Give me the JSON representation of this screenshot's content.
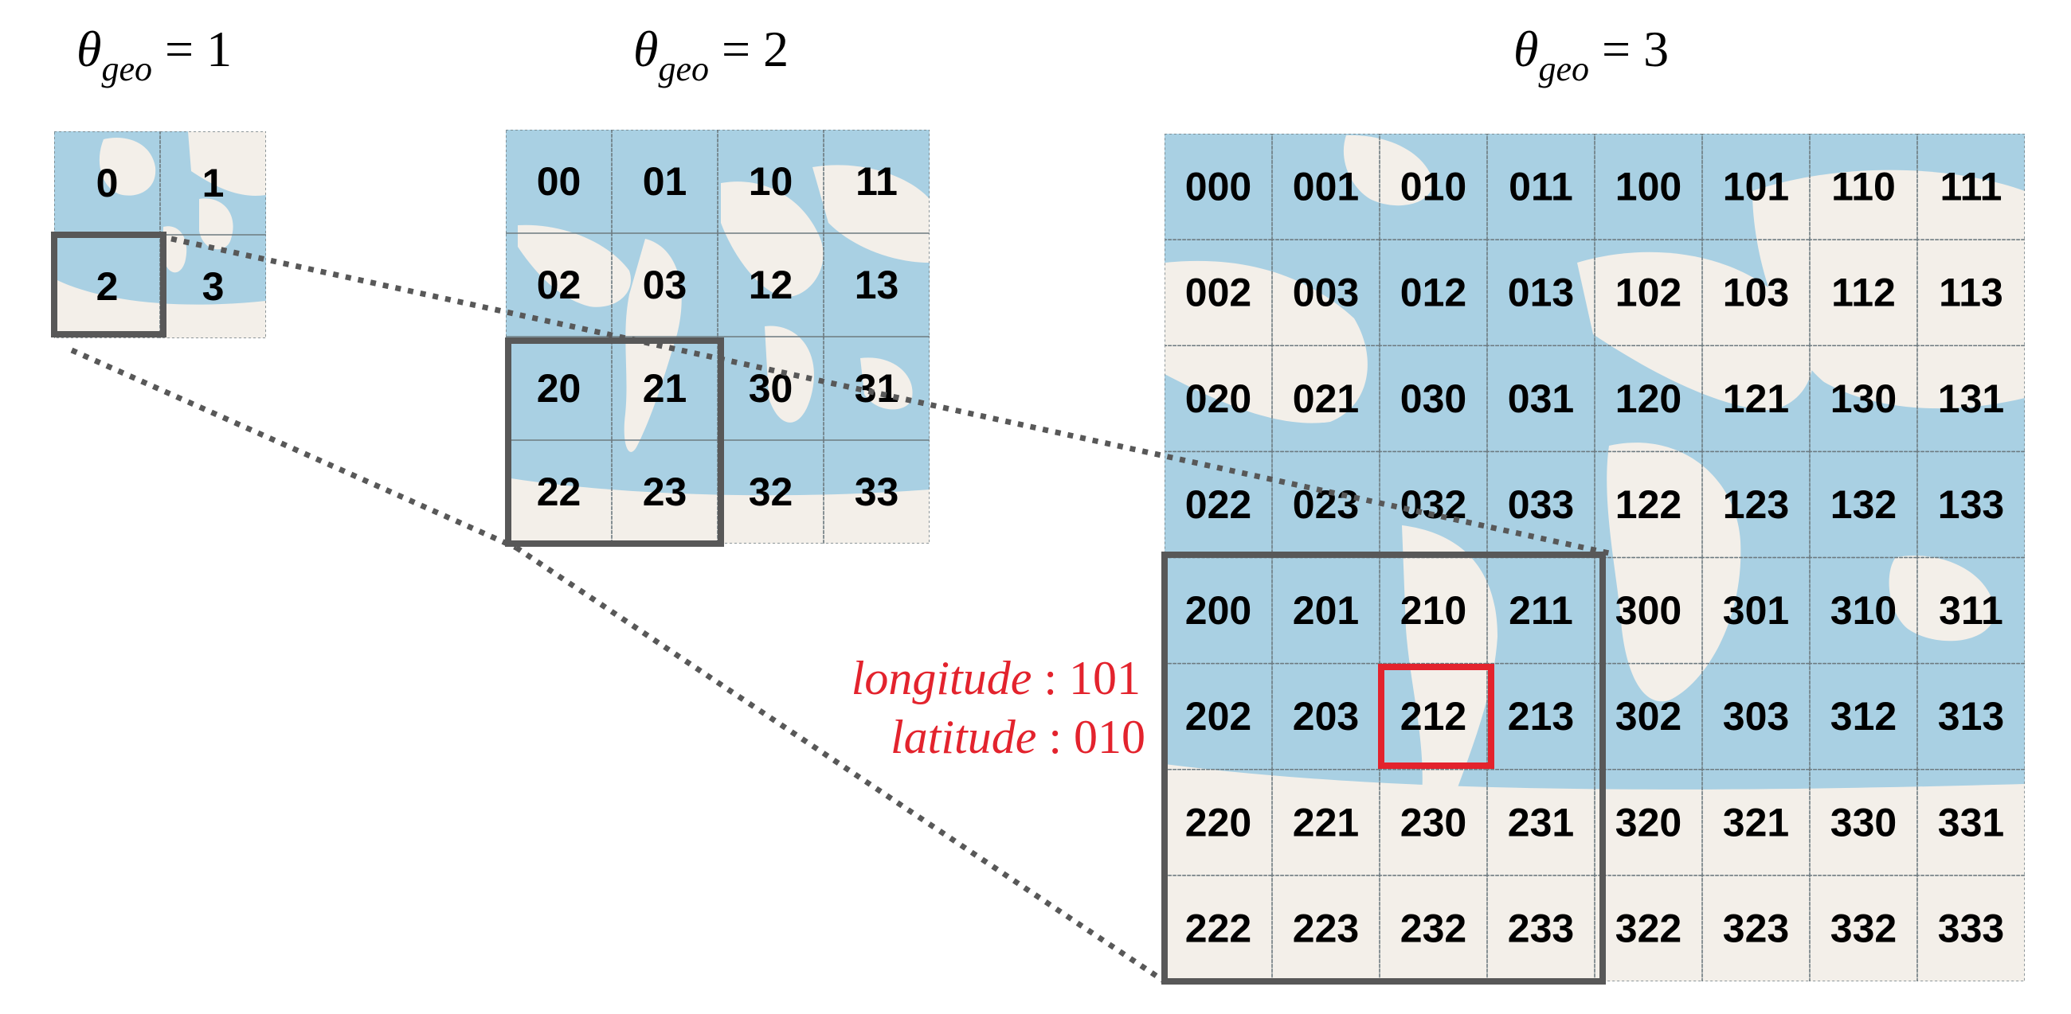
{
  "levels": [
    {
      "title_symbol": "θ",
      "title_subscript": "geo",
      "title_relation": " = 1",
      "codes": [
        [
          "0",
          "1"
        ],
        [
          "2",
          "3"
        ]
      ]
    },
    {
      "title_symbol": "θ",
      "title_subscript": "geo",
      "title_relation": " = 2",
      "codes": [
        [
          "00",
          "01",
          "10",
          "11"
        ],
        [
          "02",
          "03",
          "12",
          "13"
        ],
        [
          "20",
          "21",
          "30",
          "31"
        ],
        [
          "22",
          "23",
          "32",
          "33"
        ]
      ]
    },
    {
      "title_symbol": "θ",
      "title_subscript": "geo",
      "title_relation": " = 3",
      "codes": [
        [
          "000",
          "001",
          "010",
          "011",
          "100",
          "101",
          "110",
          "111"
        ],
        [
          "002",
          "003",
          "012",
          "013",
          "102",
          "103",
          "112",
          "113"
        ],
        [
          "020",
          "021",
          "030",
          "031",
          "120",
          "121",
          "130",
          "131"
        ],
        [
          "022",
          "023",
          "032",
          "033",
          "122",
          "123",
          "132",
          "133"
        ],
        [
          "200",
          "201",
          "210",
          "211",
          "300",
          "301",
          "310",
          "311"
        ],
        [
          "202",
          "203",
          "212",
          "213",
          "302",
          "303",
          "312",
          "313"
        ],
        [
          "220",
          "221",
          "230",
          "231",
          "320",
          "321",
          "330",
          "331"
        ],
        [
          "222",
          "223",
          "232",
          "233",
          "322",
          "323",
          "332",
          "333"
        ]
      ]
    }
  ],
  "selected_cell": "212",
  "annotation": {
    "longitude_label": "longitude",
    "longitude_value": " : 101",
    "latitude_label": "latitude",
    "latitude_value": " : 010"
  },
  "colors": {
    "ocean": "#a9d0e3",
    "land": "#f3efe9",
    "grid_line": "#6d7a80",
    "zoom_frame": "#585858",
    "highlight": "#e3232d",
    "annotation": "#e3232d"
  }
}
